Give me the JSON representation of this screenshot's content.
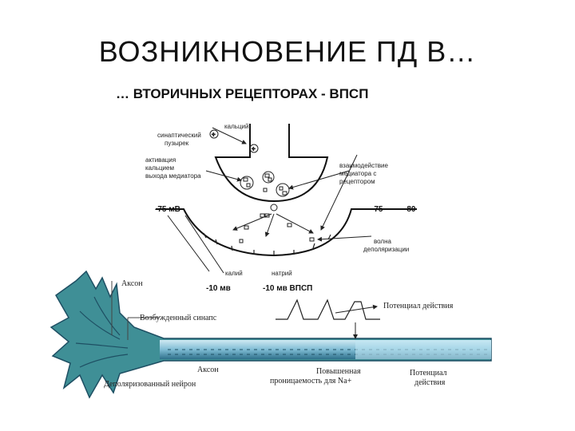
{
  "slide": {
    "title": "ВОЗНИКНОВЕНИЕ ПД В…",
    "subtitle": "… ВТОРИЧНЫХ РЕЦЕПТОРАХ - ВПСП"
  },
  "synapse": {
    "calcium": "кальций",
    "vesicle_1": "синаптический",
    "vesicle_2": "пузырек",
    "activation_1": "активация",
    "activation_2": "кальцием",
    "activation_3": "выхода медиатора",
    "interaction_1": "взаимодействие",
    "interaction_2": "медиатора с",
    "interaction_3": "рецептором",
    "v_left": "-75 мВ",
    "v_right_1": "-75",
    "v_right_2": "-80",
    "wave_1": "волна",
    "wave_2": "деполяризации",
    "potassium": "калий",
    "sodium": "натрий",
    "v_bottom_left": "-10 мв",
    "v_bottom_right": "-10 мв ВПСП"
  },
  "neuron": {
    "axon_top": "Аксон",
    "excited_zone": "Возбужденный синапс",
    "action_potential_top": "Потенциал действия",
    "axon_bottom": "Аксон",
    "depolarized_neuron": "Деполяризованный нейрон",
    "permeability_1": "Повышенная",
    "permeability_2": "проницаемость для Na+",
    "action_potential_bottom_1": "Потенциал",
    "action_potential_bottom_2": "действия"
  },
  "colors": {
    "neuron_teal": "#3f8f96",
    "neuron_dark": "#1e4f63",
    "axon_blue": "#9fd4e6"
  }
}
